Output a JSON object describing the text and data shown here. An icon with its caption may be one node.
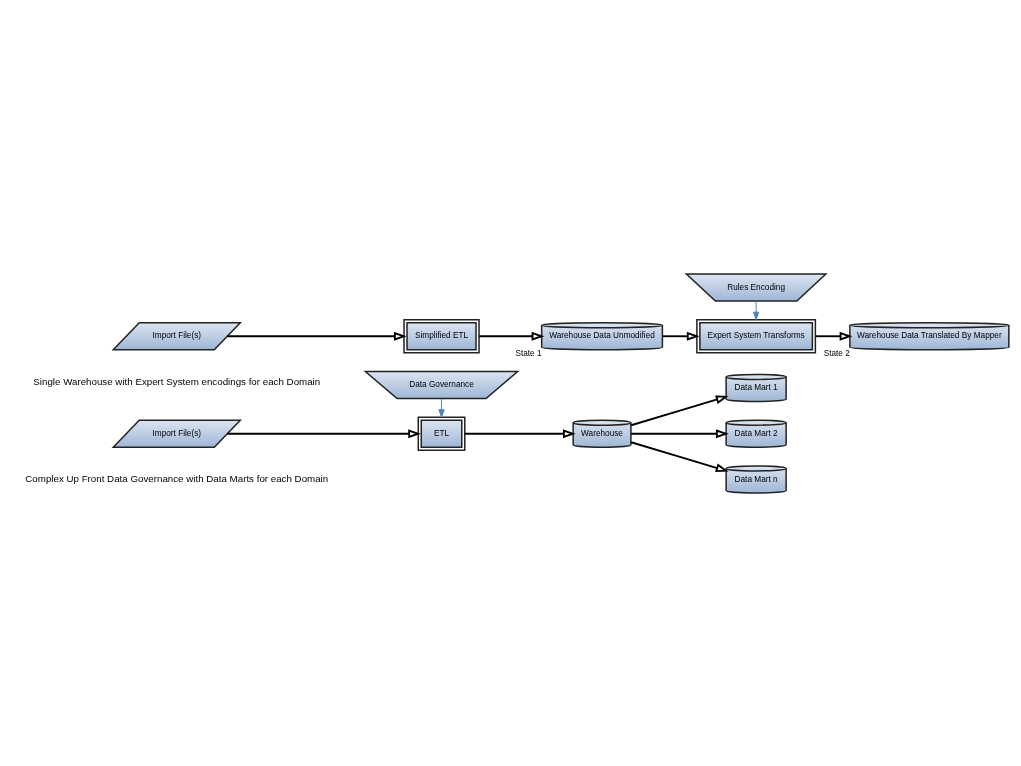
{
  "diagram": {
    "nodes": [
      {
        "text": [
          "Data Governance"
        ]
      },
      {
        "text": [
          "Import File(s)"
        ]
      },
      {
        "text": [
          "ETL"
        ]
      },
      {
        "text": [
          "Warehouse"
        ]
      },
      {
        "text": [
          "Data Mart 1"
        ]
      },
      {
        "text": [
          "Data Mart 2"
        ]
      },
      {
        "text": [
          "Data Mart n"
        ]
      },
      {
        "text": [
          "Rules Encoding"
        ]
      },
      {
        "text": [
          "Import File(s)"
        ]
      },
      {
        "text": [
          "Simplified ETL"
        ]
      },
      {
        "text": [
          "Warehouse Data Unmodified"
        ],
        "beside": [
          "State 1"
        ]
      },
      {
        "text": [
          "Expert System Transforms"
        ]
      },
      {
        "text": [
          "Warehouse Data Translated By Mapper"
        ],
        "beside": [
          "State 2"
        ]
      }
    ],
    "edges": [
      {
        "from": 0,
        "to": 2,
        "arrow": "to",
        "color": "#4f81bd"
      },
      {
        "from": 1,
        "to": 2,
        "arrow": "to"
      },
      {
        "from": 2,
        "to": 3,
        "arrow": "to"
      },
      {
        "from": 3,
        "to": 4,
        "arrow": "to"
      },
      {
        "from": 3,
        "to": 5,
        "arrow": "to"
      },
      {
        "from": 3,
        "to": 6,
        "arrow": "to"
      },
      {
        "from": 8,
        "to": 9,
        "arrow": "to"
      },
      {
        "from": 9,
        "to": 10,
        "arrow": "to"
      },
      {
        "from": 10,
        "to": 11,
        "arrow": "to"
      },
      {
        "from": 7,
        "to": 11,
        "arrow": "to",
        "color": "#4f81bd"
      },
      {
        "from": 11,
        "to": 12,
        "arrow": "to"
      }
    ],
    "labels": [
      "Complex Up Front Data Governance with Data Marts for each Domain",
      "Single Warehouse with Expert System encodings for each Domain"
    ]
  }
}
